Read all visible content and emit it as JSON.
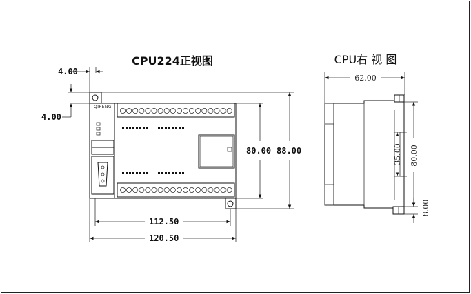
{
  "front_view": {
    "title": "CPU224正视图",
    "brand": "QIPENG",
    "dims": {
      "top_offset": "4.00",
      "left_offset": "4.00",
      "height_inner": "80.00",
      "height_outer": "88.00",
      "width_inner": "112.50",
      "width_outer": "120.50"
    }
  },
  "right_view": {
    "title": "CPU右 视 图",
    "dims": {
      "depth": "62.00",
      "middle": "35.00",
      "height": "80.00",
      "bottom": "8.00"
    }
  },
  "colors": {
    "line": "#111111",
    "background": "#ffffff"
  }
}
